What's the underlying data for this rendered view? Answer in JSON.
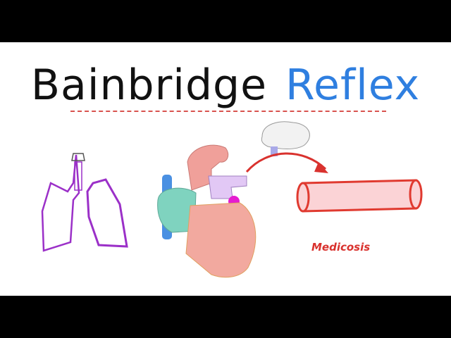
{
  "title": {
    "word1": "Bainbridge",
    "word2": "Reflex"
  },
  "logo": {
    "text": "Medicosis"
  },
  "colors": {
    "title_blue": "#2f7fe0",
    "accent_red": "#d9322e",
    "lung_purple": "#9b30c8"
  }
}
